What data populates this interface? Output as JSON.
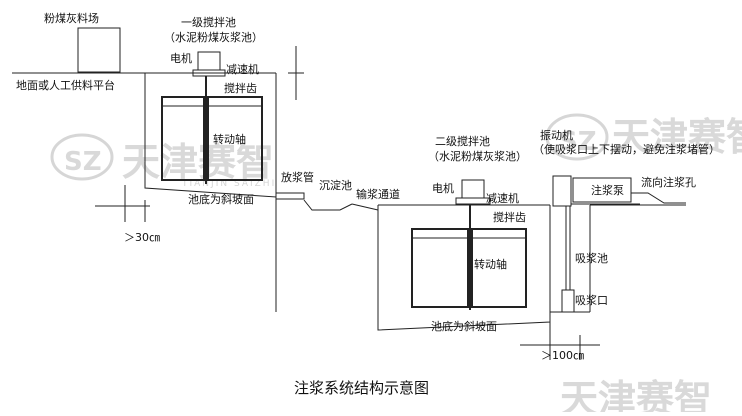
{
  "diagram": {
    "caption": "注浆系统结构示意图",
    "labels": {
      "fly_ash_yard": "粉煤灰料场",
      "ground_platform": "地面或人工供料平台",
      "primary_tank_title": "一级搅拌池",
      "primary_tank_sub": "（水泥粉煤灰浆池）",
      "motor_1": "电机",
      "reducer_1": "减速机",
      "teeth_1": "搅拌齿",
      "shaft_1": "转动轴",
      "slope_1": "池底为斜坡面",
      "dim_30": "＞30㎝",
      "discharge_pipe": "放浆管",
      "settling_tank": "沉淀池",
      "transport_channel": "输浆通道",
      "secondary_tank_title": "二级搅拌池",
      "secondary_tank_sub": "（水泥粉煤灰浆池）",
      "motor_2": "电机",
      "reducer_2": "减速机",
      "teeth_2": "搅拌齿",
      "shaft_2": "转动轴",
      "slope_2": "池底为斜坡面",
      "vibrator_title": "振动机",
      "vibrator_sub": "（使吸浆口上下摆动，避免注浆堵管）",
      "grout_pump": "注浆泵",
      "grout_hole": "流向注浆孔",
      "suction_tank": "吸浆池",
      "suction_port": "吸浆口",
      "dim_100": "＞100㎝"
    },
    "watermark": {
      "logo": "SZ",
      "text": "天津赛智",
      "pinyin": "TIANJIN SAIZHI"
    }
  }
}
